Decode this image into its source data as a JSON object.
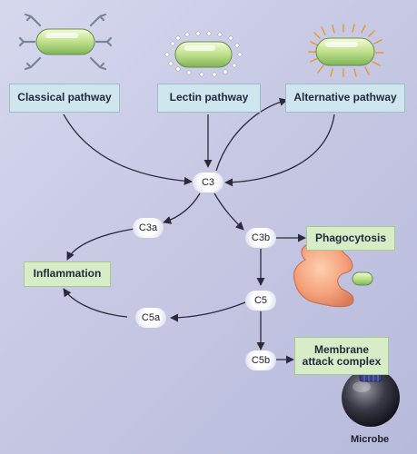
{
  "pathways": {
    "classical": "Classical pathway",
    "lectin": "Lectin pathway",
    "alternative": "Alternative pathway"
  },
  "nodes": {
    "c3": "C3",
    "c3a": "C3a",
    "c3b": "C3b",
    "c5": "C5",
    "c5a": "C5a",
    "c5b": "C5b"
  },
  "outcomes": {
    "inflammation": "Inflammation",
    "phagocytosis": "Phagocytosis",
    "mac": "Membrane attack complex"
  },
  "labels": {
    "microbe": "Microbe"
  }
}
